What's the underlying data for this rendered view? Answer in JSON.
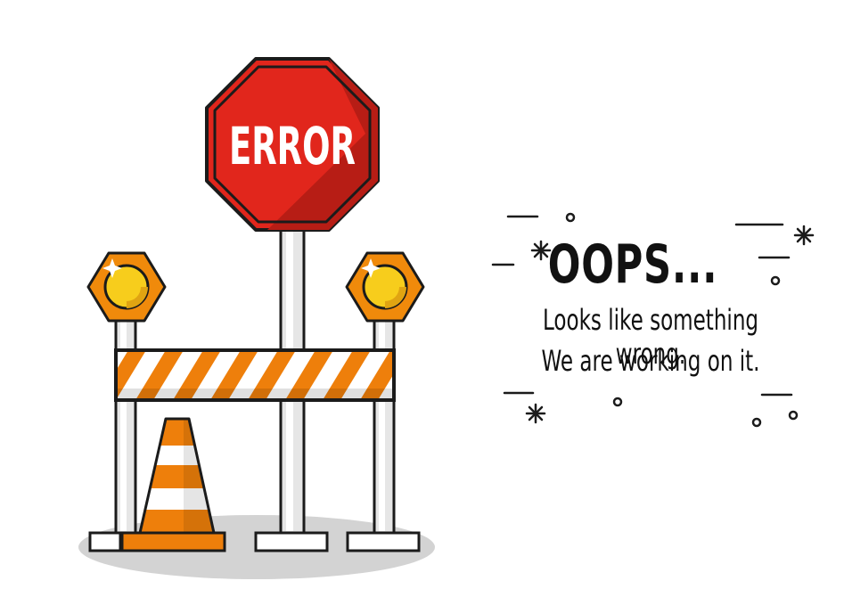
{
  "sign": {
    "text": "ERROR"
  },
  "headline": "OOPS...",
  "message": {
    "line1": "Looks like something wrong.",
    "line2": "We are working on it."
  },
  "colors": {
    "sign_red": "#e1261c",
    "sign_dark_red": "#b71d15",
    "lamp_orange": "#f08a0b",
    "lamp_yellow": "#f7cd1c",
    "barrier_orange": "#ee7f0b",
    "shadow_gray": "#d3d3d3",
    "pole_gray": "#e6e6e6",
    "outline": "#1b1b1b",
    "text": "#111111"
  },
  "icons": [
    "stop-sign-icon",
    "warning-lamp-icon",
    "road-barrier-icon",
    "traffic-cone-icon",
    "sparkle-icon"
  ]
}
